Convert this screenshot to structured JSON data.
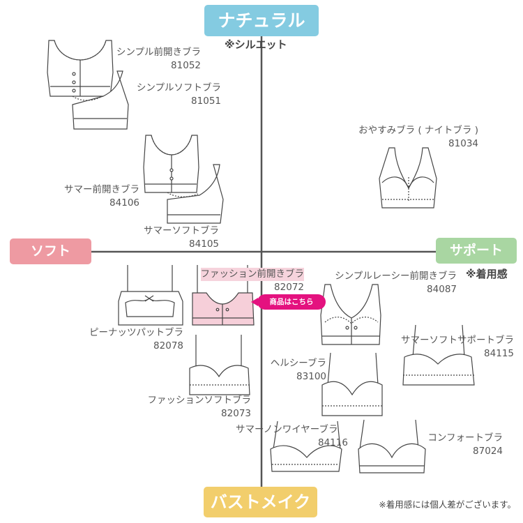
{
  "axes": {
    "top": "ナチュラル",
    "top_note": "※シルエット",
    "bottom": "バストメイク",
    "left": "ソフト",
    "right": "サポート",
    "right_note": "※着用感"
  },
  "products": [
    {
      "name": "シンプル前開きブラ",
      "code": "81052"
    },
    {
      "name": "シンプルソフトブラ",
      "code": "81051"
    },
    {
      "name": "おやすみブラ ( ナイトブラ )",
      "code": "81034"
    },
    {
      "name": "サマー前開きブラ",
      "code": "84106"
    },
    {
      "name": "サマーソフトブラ",
      "code": "84105"
    },
    {
      "name": "ピーナッツパットブラ",
      "code": "82078"
    },
    {
      "name": "ファッション前開きブラ",
      "code": "82072"
    },
    {
      "name": "シンプルレーシー前開きブラ",
      "code": "84087"
    },
    {
      "name": "サマーソフトサポートブラ",
      "code": "84115"
    },
    {
      "name": "ヘルシーブラ",
      "code": "83100"
    },
    {
      "name": "ファッションソフトブラ",
      "code": "82073"
    },
    {
      "name": "サマーノンワイヤーブラ",
      "code": "84116"
    },
    {
      "name": "コンフォートブラ",
      "code": "87024"
    }
  ],
  "cta_label": "商品はこちら",
  "footer_note": "※着用感には個人差がございます。",
  "colors": {
    "natural": "#84cbe1",
    "bust_make": "#f2ce6c",
    "soft": "#ee9aa2",
    "support": "#a9d6a2",
    "cta": "#e4127f",
    "highlight_fill": "#f6cfd9"
  }
}
